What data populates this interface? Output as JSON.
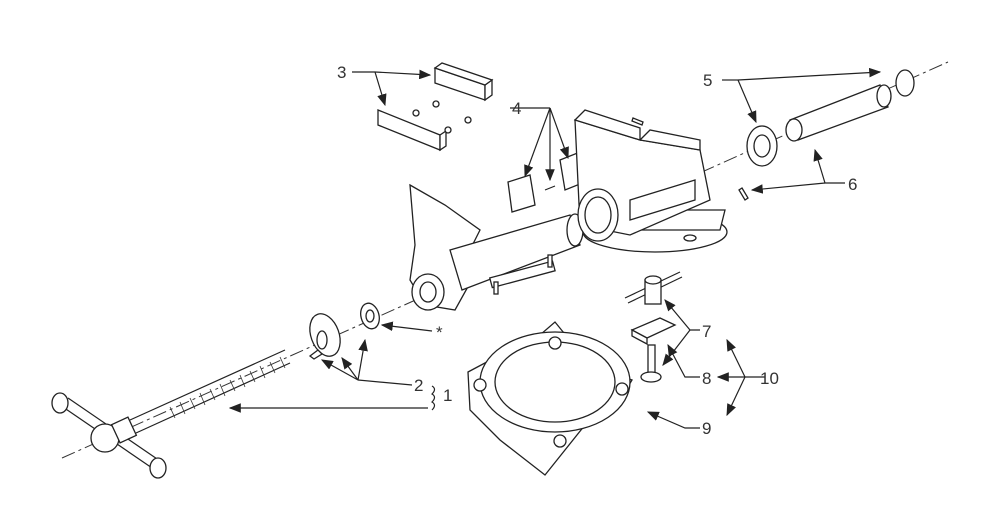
{
  "title": "Bench vise exploded parts diagram",
  "callouts": {
    "c1": "1",
    "c2": "2",
    "c3": "3",
    "c4": "4",
    "c5": "5",
    "c6": "6",
    "c7": "7",
    "c8": "8",
    "c9": "9",
    "c10": "10",
    "star": "*"
  },
  "colors": {
    "line": "#222222",
    "background": "#ffffff"
  }
}
